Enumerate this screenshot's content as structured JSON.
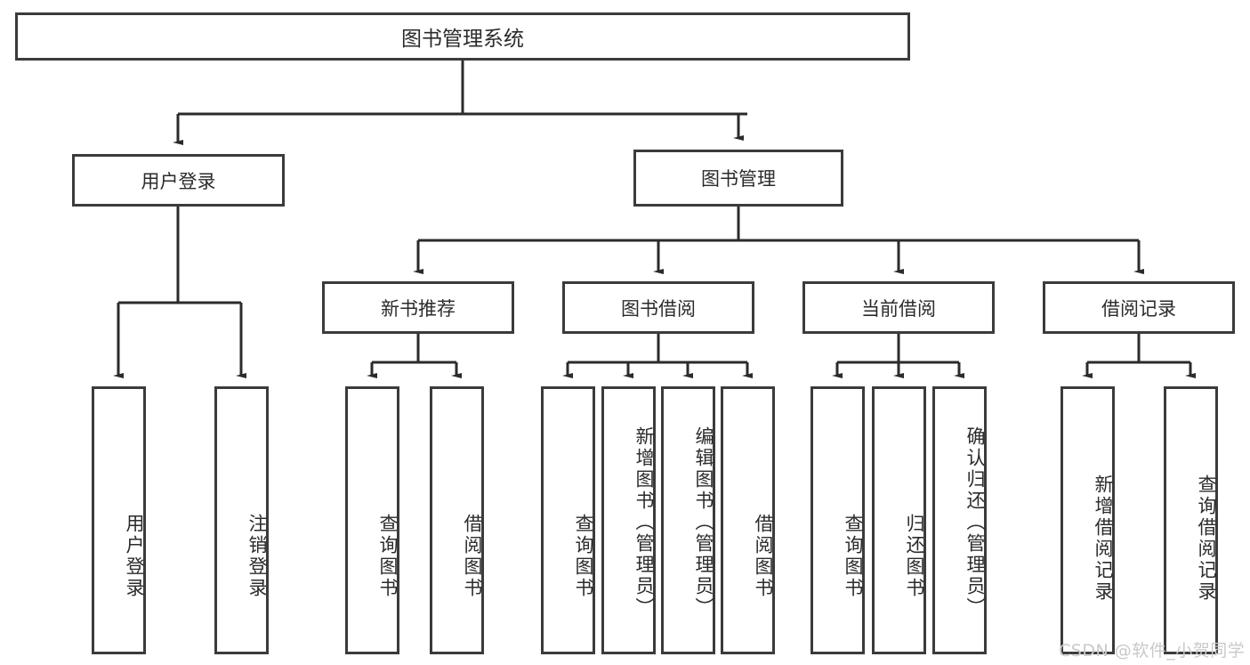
{
  "diagram": {
    "title": "图书管理系统",
    "root": {
      "label": "图书管理系统"
    },
    "level1": [
      {
        "label": "用户登录"
      },
      {
        "label": "图书管理"
      }
    ],
    "level2": [
      {
        "label": "新书推荐"
      },
      {
        "label": "图书借阅"
      },
      {
        "label": "当前借阅"
      },
      {
        "label": "借阅记录"
      }
    ],
    "leaves": {
      "user_login": [
        {
          "label": "用户登录"
        },
        {
          "label": "注销登录"
        }
      ],
      "new_book_recommend": [
        {
          "label": "查询图书"
        },
        {
          "label": "借阅图书"
        }
      ],
      "book_borrow": [
        {
          "label": "查询图书"
        },
        {
          "label": "新增图书（管理员）"
        },
        {
          "label": "编辑图书（管理员）"
        },
        {
          "label": "借阅图书"
        }
      ],
      "current_borrow": [
        {
          "label": "查询图书"
        },
        {
          "label": "归还图书"
        },
        {
          "label": "确认归还（管理员）"
        }
      ],
      "borrow_record": [
        {
          "label": "新增借阅记录"
        },
        {
          "label": "查询借阅记录"
        }
      ]
    }
  },
  "watermark": {
    "text": "CSDN @软件_小贺同学"
  },
  "colors": {
    "stroke": "#3b3b3b",
    "text": "#2b2b2b",
    "background": "#ffffff",
    "watermark": "#c9c9c9"
  }
}
